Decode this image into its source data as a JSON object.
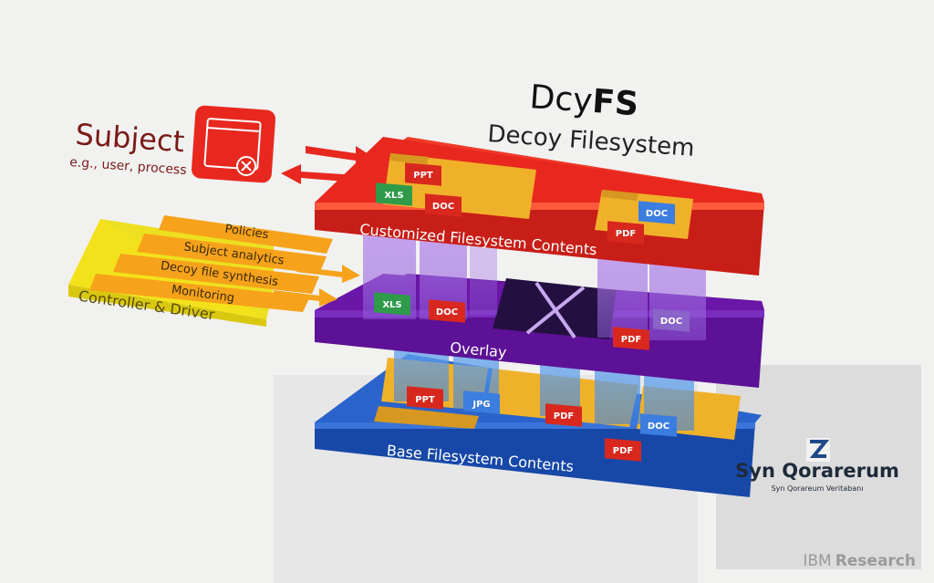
{
  "title": {
    "brand_prefix": "Dcy",
    "brand_suffix": "FS",
    "subtitle": "Decoy Filesystem"
  },
  "subject": {
    "label": "Subject",
    "sublabel": "e.g., user, process"
  },
  "controller": {
    "label": "Controller & Driver",
    "items": [
      "Policies",
      "Subject analytics",
      "Decoy file synthesis",
      "Monitoring"
    ]
  },
  "layers": {
    "custom": "Customized Filesystem Contents",
    "overlay": "Overlay",
    "base": "Base Filesystem Contents"
  },
  "files": {
    "custom_left": [
      "PPT",
      "XLS",
      "DOC"
    ],
    "custom_right": [
      "DOC",
      "PDF"
    ],
    "overlay": [
      "XLS",
      "DOC",
      "DOC",
      "PDF"
    ],
    "base": [
      "PPT",
      "JPG",
      "PDF",
      "PDF",
      "DOC"
    ]
  },
  "watermark": {
    "name": "Syn Qorarerum",
    "tagline": "Syn Qorareum Veritabanı"
  },
  "footer": {
    "org_light": "IBM",
    "org_bold": "Research"
  },
  "colors": {
    "custom_layer": "#e8281e",
    "overlay_layer": "#6a16a6",
    "base_layer": "#1e55c0",
    "controller": "#f3e21b",
    "folder": "#f0b12a"
  }
}
